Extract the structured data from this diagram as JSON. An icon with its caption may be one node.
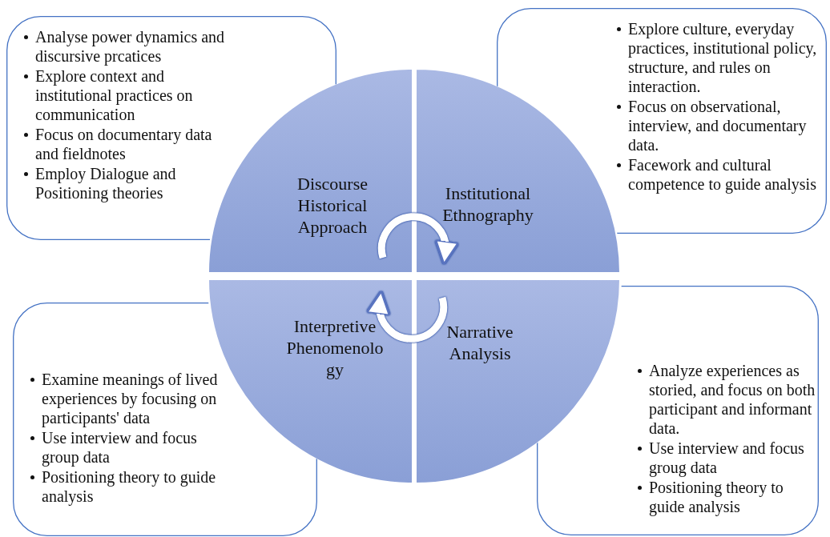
{
  "diagram": {
    "nodes": [
      {
        "text": [
          "Analyse power dynamics and discursive prcatices",
          "Explore context and institutional practices on communication",
          "Focus on documentary data and fieldnotes",
          "Employ Dialogue and Positioning theories"
        ]
      },
      {
        "text": [
          "Explore culture, everyday practices, institutional policy, structure, and rules on interaction.",
          "Focus on observational, interview, and documentary data.",
          "Facework and cultural competence to guide analysis"
        ]
      },
      {
        "text": [
          "Discourse Historical Approach"
        ]
      },
      {
        "text": [
          "Institutional Ethnography"
        ]
      },
      {
        "text": [
          "Interpretive Phenomenology"
        ]
      },
      {
        "text": [
          "Narrative Analysis"
        ]
      },
      {
        "text": [
          "Examine meanings of lived experiences by focusing on participants' data",
          "Use interview and focus group data",
          "Positioning theory to guide analysis"
        ]
      },
      {
        "text": [
          "Analyze experiences as storied, and focus on both participant and informant data.",
          "Use interview and focus groug data",
          "Positioning theory to guide analysis"
        ]
      }
    ],
    "edges": [
      {
        "from": 2,
        "to": 3,
        "arrow": "to"
      },
      {
        "from": 5,
        "to": 4,
        "arrow": "to"
      }
    ]
  }
}
